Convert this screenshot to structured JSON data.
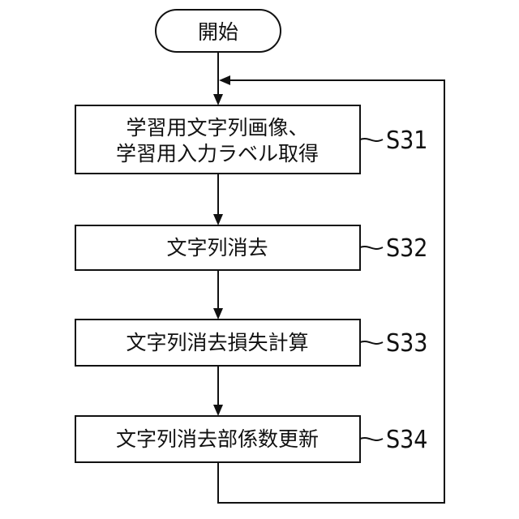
{
  "start": {
    "label": "開始"
  },
  "steps": [
    {
      "id": "S31",
      "lines": [
        "学習用文字列画像、",
        "学習用入力ラベル取得"
      ]
    },
    {
      "id": "S32",
      "lines": [
        "文字列消去"
      ]
    },
    {
      "id": "S33",
      "lines": [
        "文字列消去損失計算"
      ]
    },
    {
      "id": "S34",
      "lines": [
        "文字列消去部係数更新"
      ]
    }
  ]
}
